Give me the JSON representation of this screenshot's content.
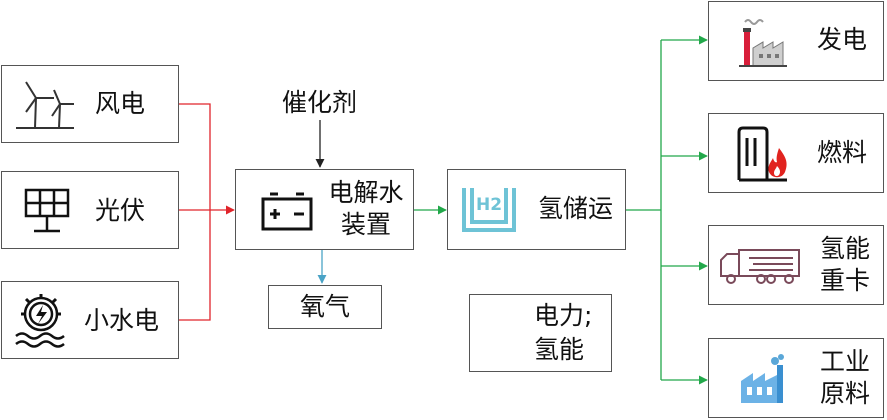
{
  "sources": {
    "wind": "风电",
    "solar": "光伏",
    "hydro": "小水电"
  },
  "catalyst": "催化剂",
  "electrolyzer": {
    "line1": "电解水",
    "line2": "装置"
  },
  "oxygen": "氧气",
  "storage": "氢储运",
  "uses": {
    "power": "发电",
    "fuel": "燃料",
    "truck": {
      "line1": "氢能",
      "line2": "重卡"
    },
    "industry": {
      "line1": "工业",
      "line2": "原料"
    }
  },
  "legend": {
    "electric": "电力;",
    "hydrogen": "氢能"
  },
  "h2_badge": "H2",
  "colors": {
    "electric": "#e0242b",
    "hydrogen": "#22a84a",
    "oxygen": "#4aa3c6",
    "outline": "#555555"
  }
}
